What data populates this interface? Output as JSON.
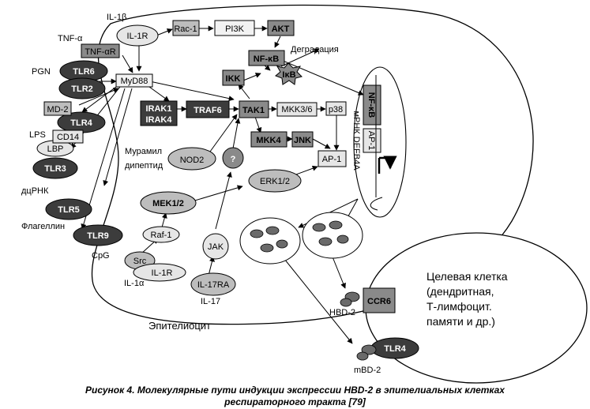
{
  "labels": {
    "il1b": "IL-1β",
    "il1r_top": "IL-1R",
    "rac1": "Rac-1",
    "pi3k": "PI3K",
    "akt": "AKT",
    "tnfa": "TNF-α",
    "tnfar": "TNF-αR",
    "nfkb": "NF-κB",
    "degradation": "Деградация",
    "ikb": "IκB",
    "ikk": "IKK",
    "pgn": "PGN",
    "tlr6": "TLR6",
    "tlr2": "TLR2",
    "myd88": "MyD88",
    "md2": "MD-2",
    "tlr4": "TLR4",
    "lps": "LPS",
    "cd14": "CD14",
    "lbp": "LBP",
    "irak1": "IRAK1",
    "irak4": "IRAK4",
    "traf6": "TRAF6",
    "tak1": "TAK1",
    "mkk36": "MKK3/6",
    "p38": "p38",
    "mkk4": "MKK4",
    "jnk": "JNK",
    "ap1": "AP-1",
    "muramyl_1": "Мурамил",
    "muramyl_2": "дипептид",
    "nod2": "NOD2",
    "question": "?",
    "tlr3": "TLR3",
    "dsrna": "дцРНК",
    "erk": "ERK1/2",
    "mek": "MEK1/2",
    "tlr5": "TLR5",
    "flagellin": "Флагеллин",
    "tlr9": "TLR9",
    "cpg": "CpG",
    "raf1": "Raf-1",
    "jak": "JAK",
    "src": "Src",
    "il1r_bottom": "IL-1R",
    "il1a": "IL-1α",
    "il17ra": "IL-17RA",
    "il17": "IL-17",
    "nfkb_v": "NF-κB",
    "ap1_v": "AP-1",
    "mrna": "мРНК DEFB4A",
    "epithelial": "Эпителиоцит",
    "target_1": "Целевая клетка",
    "target_2": "(дендритная,",
    "target_3": "Т-лимфоцит.",
    "target_4": "памяти и др.)",
    "hbd2": "HBD-2",
    "ccr6": "CCR6",
    "mbd2": "mBD-2",
    "tlr4_target": "TLR4"
  },
  "caption": {
    "line1": "Рисунок 4. Молекулярные пути индукции экспрессии HBD-2 в эпителиальных клетках",
    "line2": "респираторного тракта [79]"
  },
  "colors": {
    "dark": "#3c3c3c",
    "mid": "#8a8a8a",
    "light": "#cfcfcf",
    "pale": "#e6e6e6"
  }
}
